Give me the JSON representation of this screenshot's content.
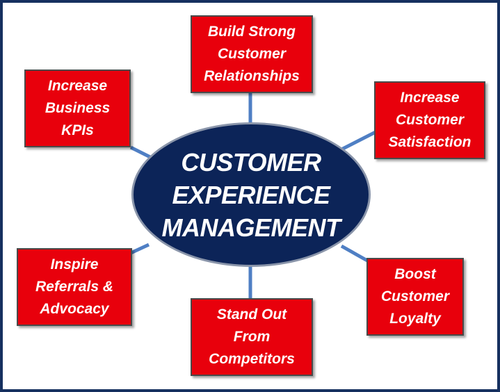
{
  "center": {
    "lines": [
      "CUSTOMER",
      "EXPERIENCE",
      "MANAGEMENT"
    ],
    "fill_color": "#0c2458"
  },
  "box_color": "#e8000c",
  "connector_color": "#4f7fc4",
  "frame_color": "#16305f",
  "goals": [
    {
      "lines": [
        "Build Strong",
        "Customer",
        "Relationships"
      ]
    },
    {
      "lines": [
        "Increase",
        "Customer",
        "Satisfaction"
      ]
    },
    {
      "lines": [
        "Boost",
        "Customer",
        "Loyalty"
      ]
    },
    {
      "lines": [
        "Stand Out",
        "From",
        "Competitors"
      ]
    },
    {
      "lines": [
        "Inspire",
        "Referrals &",
        "Advocacy"
      ]
    },
    {
      "lines": [
        "Increase",
        "Business",
        "KPIs"
      ]
    }
  ]
}
